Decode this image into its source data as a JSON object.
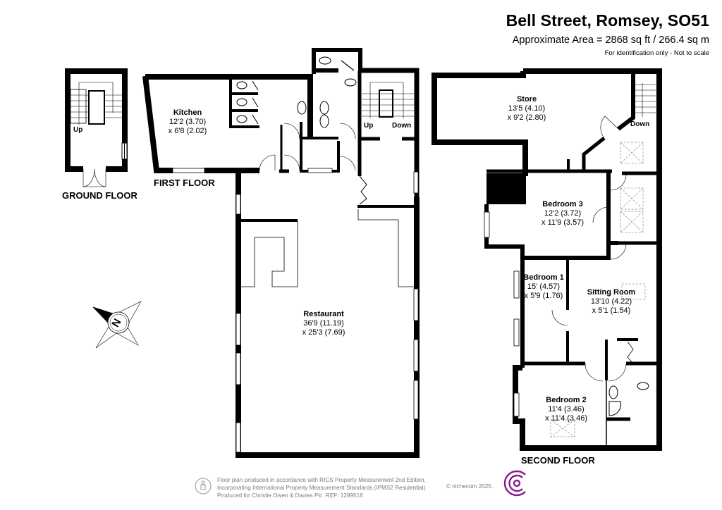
{
  "header": {
    "title": "Bell Street, Romsey, SO51",
    "area": "Approximate Area = 2868 sq ft / 266.4 sq m",
    "disclaimer": "For identification only - Not to scale"
  },
  "floors": {
    "ground": "GROUND FLOOR",
    "first": "FIRST FLOOR",
    "second": "SECOND FLOOR"
  },
  "rooms": {
    "kitchen": {
      "name": "Kitchen",
      "dim1": "12'2 (3.70)",
      "dim2": "x 6'8 (2.02)"
    },
    "restaurant": {
      "name": "Restaurant",
      "dim1": "36'9 (11.19)",
      "dim2": "x 25'3 (7.69)"
    },
    "store": {
      "name": "Store",
      "dim1": "13'5 (4.10)",
      "dim2": "x 9'2 (2.80)"
    },
    "bedroom3": {
      "name": "Bedroom 3",
      "dim1": "12'2 (3.72)",
      "dim2": "x 11'9 (3.57)"
    },
    "bedroom1": {
      "name": "Bedroom 1",
      "dim1": "15' (4.57)",
      "dim2": "x 5'9 (1.76)"
    },
    "sitting_room": {
      "name": "Sitting Room",
      "dim1": "13'10 (4.22)",
      "dim2": "x 5'1 (1.54)"
    },
    "bedroom2": {
      "name": "Bedroom 2",
      "dim1": "11'4 (3.46)",
      "dim2": "x 11'4 (3.46)"
    }
  },
  "stairs": {
    "ground_up": "Up",
    "first_up": "Up",
    "first_down": "Down",
    "second_down": "Down"
  },
  "compass": {
    "label": "N",
    "icon": "compass-rose-icon"
  },
  "footer": {
    "line1": "Floor plan produced in accordance with RICS Property Measurement 2nd Edition,",
    "line2": "Incorporating International Property Measurement Standards (IPMS2 Residential).",
    "line3": "Produced for Christie Owen & Davies Plc.   REF: 1289518",
    "copyright": "© nichecom 2025.",
    "person_icon": "person-icon",
    "logo_icon": "nichecom-logo-icon",
    "logo_color": "#8b1a8b"
  },
  "colors": {
    "wall": "#000000",
    "background": "#ffffff",
    "footer_text": "#7a7a7a"
  }
}
